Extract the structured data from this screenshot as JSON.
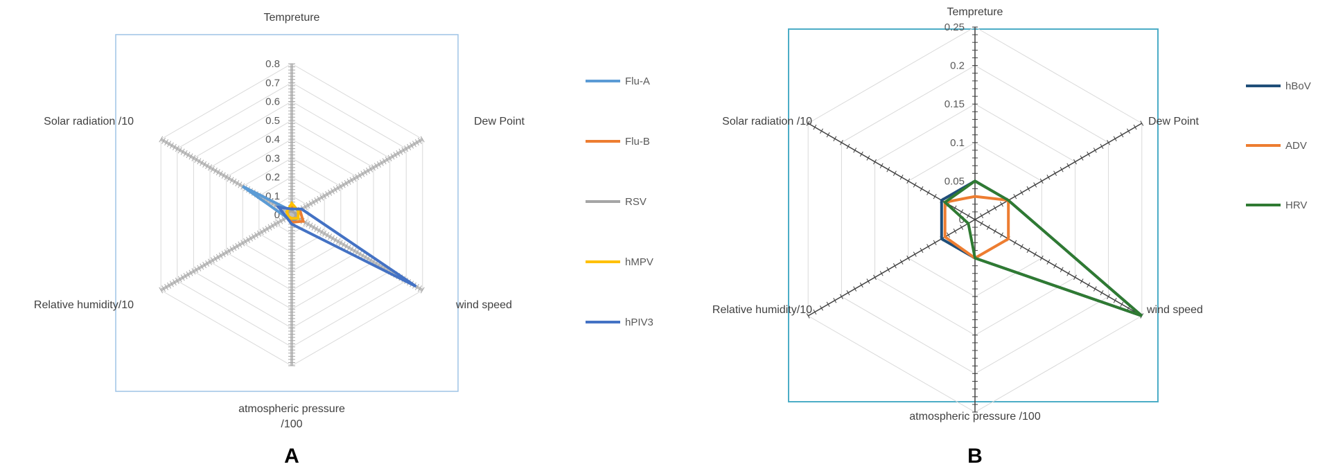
{
  "panels": [
    "A",
    "B"
  ],
  "chart_data": [
    {
      "type": "radar",
      "axes": [
        "Tempreture",
        "Dew Point",
        "wind speed",
        "atmospheric pressure /100",
        "Relative humidity/10",
        "Solar radiation /10"
      ],
      "axis_label_lines": [
        [
          "Tempreture"
        ],
        [
          "Dew Point"
        ],
        [
          "wind speed"
        ],
        [
          "atmospheric pressure",
          "/100"
        ],
        [
          "Relative humidity/10"
        ],
        [
          "Solar radiation /10"
        ]
      ],
      "rlim": [
        0,
        0.8
      ],
      "ticks": [
        "0",
        "0.1",
        "0.2",
        "0.3",
        "0.4",
        "0.5",
        "0.6",
        "0.7",
        "0.8"
      ],
      "legend_position": "right",
      "series": [
        {
          "name": "Flu-A",
          "color": "#5b9bd5",
          "values": [
            0.02,
            0.02,
            0.04,
            0.03,
            0.03,
            0.3
          ]
        },
        {
          "name": "Flu-B",
          "color": "#ed7d31",
          "values": [
            0.04,
            0.05,
            0.07,
            0.04,
            0.02,
            0.03
          ]
        },
        {
          "name": "RSV",
          "color": "#a5a5a5",
          "values": [
            0.02,
            0.02,
            0.03,
            0.02,
            0.02,
            0.03
          ]
        },
        {
          "name": "hMPV",
          "color": "#ffc000",
          "values": [
            0.06,
            0.04,
            0.04,
            0.02,
            0.02,
            0.03
          ]
        },
        {
          "name": "hPIV3",
          "color": "#4472c4",
          "values": [
            0.03,
            0.06,
            0.76,
            0.05,
            0.03,
            0.08
          ]
        }
      ]
    },
    {
      "type": "radar",
      "axes": [
        "Tempreture",
        "Dew Point",
        "wind speed",
        "atmospheric pressure /100",
        "Relative humidity/10",
        "Solar radiation /10"
      ],
      "axis_label_lines": [
        [
          "Tempreture"
        ],
        [
          "Dew Point"
        ],
        [
          "wind speed"
        ],
        [
          "atmospheric pressure /100"
        ],
        [
          "Relative humidity/10"
        ],
        [
          "Solar radiation /10"
        ]
      ],
      "rlim": [
        0,
        0.25
      ],
      "ticks": [
        "0",
        "0.05",
        "0.1",
        "0.15",
        "0.2",
        "0.25"
      ],
      "legend_position": "right",
      "series": [
        {
          "name": "hBoV",
          "color": "#1f4e79",
          "values": [
            0.05,
            0.05,
            0.25,
            0.05,
            0.05,
            0.05
          ]
        },
        {
          "name": "ADV",
          "color": "#ed7d31",
          "values": [
            0.03,
            0.05,
            0.05,
            0.05,
            0.045,
            0.045
          ]
        },
        {
          "name": "HRV",
          "color": "#2f7a32",
          "values": [
            0.05,
            0.05,
            0.25,
            0.05,
            0.01,
            0.045
          ]
        }
      ]
    }
  ]
}
